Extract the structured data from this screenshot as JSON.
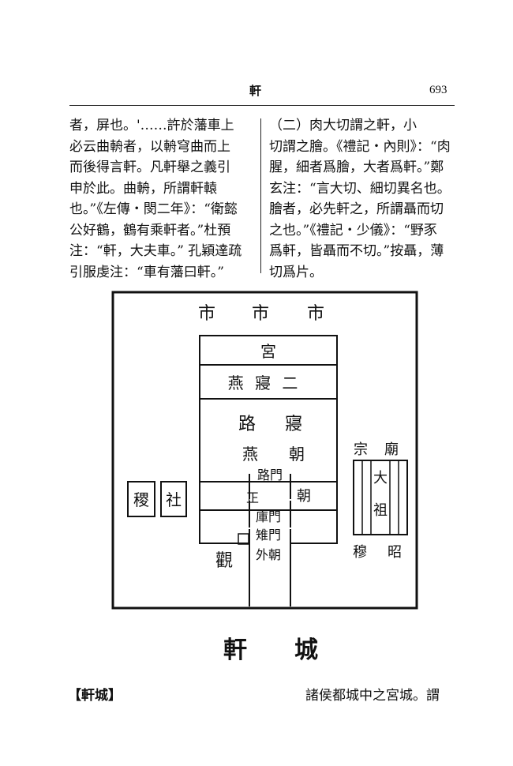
{
  "header": {
    "word": "軒",
    "page_number": "693"
  },
  "left_column": [
    "者，屏也。'……許於藩車上",
    "必云曲輈者，以輈穹曲而上",
    "而後得言軒。凡軒舉之義引",
    "申於此。曲輈，所謂軒轅",
    "也。”《左傳・閔二年》：“衛懿",
    "公好鶴，鶴有乘軒者。”杜預",
    "注：“軒，大夫車。” 孔穎達疏",
    "引服虔注：“車有藩曰軒。”"
  ],
  "right_column": [
    "（二）肉大切謂之軒，小",
    "切謂之膾。《禮記・內則》：“肉",
    "腥，細者爲膾，大者爲軒。”鄭",
    "玄注：“言大切、細切異名也。",
    "膾者，必先軒之，所謂聶而切",
    "之也。”《禮記・少儀》：“野豕",
    "爲軒，皆聶而不切。”按聶，薄",
    "切爲片。"
  ],
  "diagram": {
    "markets": [
      "市",
      "市",
      "市"
    ],
    "palace": "宮",
    "yanqin2": "燕 寢 二",
    "luqin": [
      "路",
      "寢"
    ],
    "yanchao": [
      "燕",
      "朝"
    ],
    "lumen": "路門",
    "zhichao": "朝",
    "zhengchao": "正",
    "kumen": "庫門",
    "zhimen": "雉門",
    "waichao": "外朝",
    "guan": "觀",
    "ji": "稷",
    "she": "社",
    "zongmiao": [
      "宗",
      "廟"
    ],
    "taizu": [
      "大",
      "祖"
    ],
    "mu": "穆",
    "zhao": "昭",
    "title": [
      "軒",
      "城"
    ]
  },
  "bottom": {
    "entry": "【軒城】",
    "definition": "諸侯都城中之宮城。謂"
  }
}
